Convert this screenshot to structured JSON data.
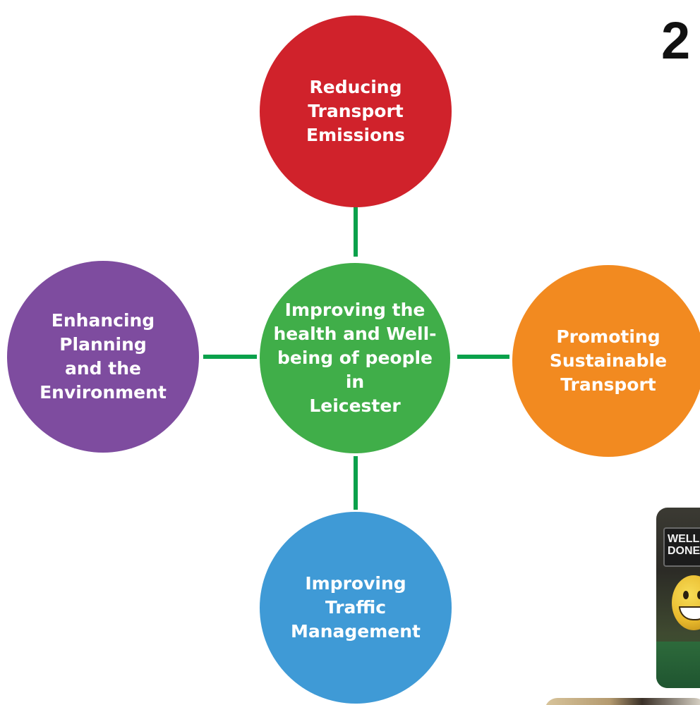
{
  "page_number": "2",
  "diagram": {
    "center": {
      "label": "Improving the\nhealth and Well-\nbeing of people in\nLeicester",
      "color": "#40ae49"
    },
    "top": {
      "label": "Reducing\nTransport\nEmissions",
      "color": "#d0222b"
    },
    "right": {
      "label": "Promoting\nSustainable\nTransport",
      "color": "#f28a20"
    },
    "bottom": {
      "label": "Improving\nTraffic\nManagement",
      "color": "#3f9ad6"
    },
    "left": {
      "label": "Enhancing\nPlanning\nand the\nEnvironment",
      "color": "#7e4c9f"
    },
    "connector_color": "#0aa14b"
  },
  "photo": {
    "sign_text": "WELL\nDONE!"
  }
}
